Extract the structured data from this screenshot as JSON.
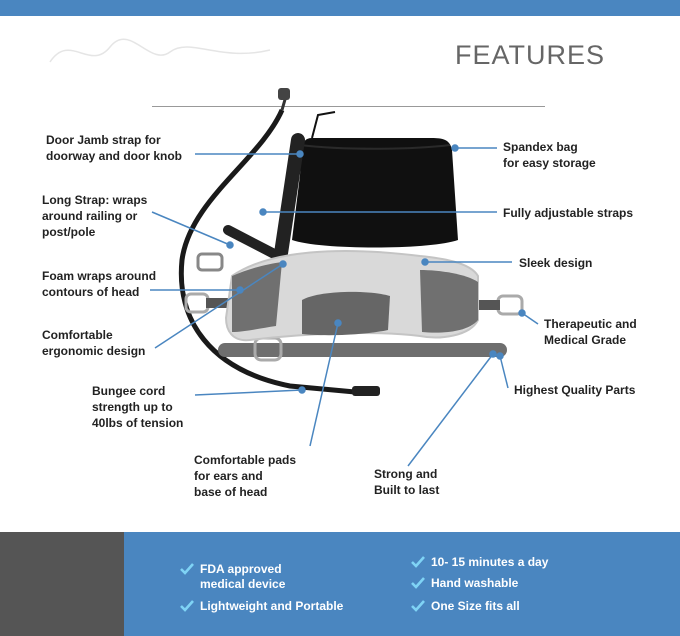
{
  "header": {
    "title": "FEATURES"
  },
  "callouts": {
    "door_jamb": "Door Jamb strap for\ndoorway and door knob",
    "long_strap": "Long Strap: wraps\naround railing or\npost/pole",
    "foam": "Foam wraps around\ncontours of head",
    "comfortable": "Comfortable\nergonomic design",
    "bungee": "Bungee cord\nstrength up to\n40lbs of tension",
    "pads": "Comfortable pads\nfor ears and\nbase of head",
    "strong": "Strong and\nBuilt to last",
    "spandex": "Spandex bag\nfor easy storage",
    "adjustable": "Fully adjustable straps",
    "sleek": "Sleek design",
    "therapeutic": "Therapeutic and\nMedical Grade",
    "quality": "Highest Quality Parts"
  },
  "bullets": {
    "fda": "FDA approved\nmedical device",
    "lightweight": "Lightweight and Portable",
    "minutes": "10- 15 minutes a day",
    "washable": "Hand washable",
    "onesize": "One Size fits all"
  },
  "colors": {
    "accent": "#4a86c0",
    "check": "#7fd3f5",
    "dark_panel": "#555555"
  }
}
